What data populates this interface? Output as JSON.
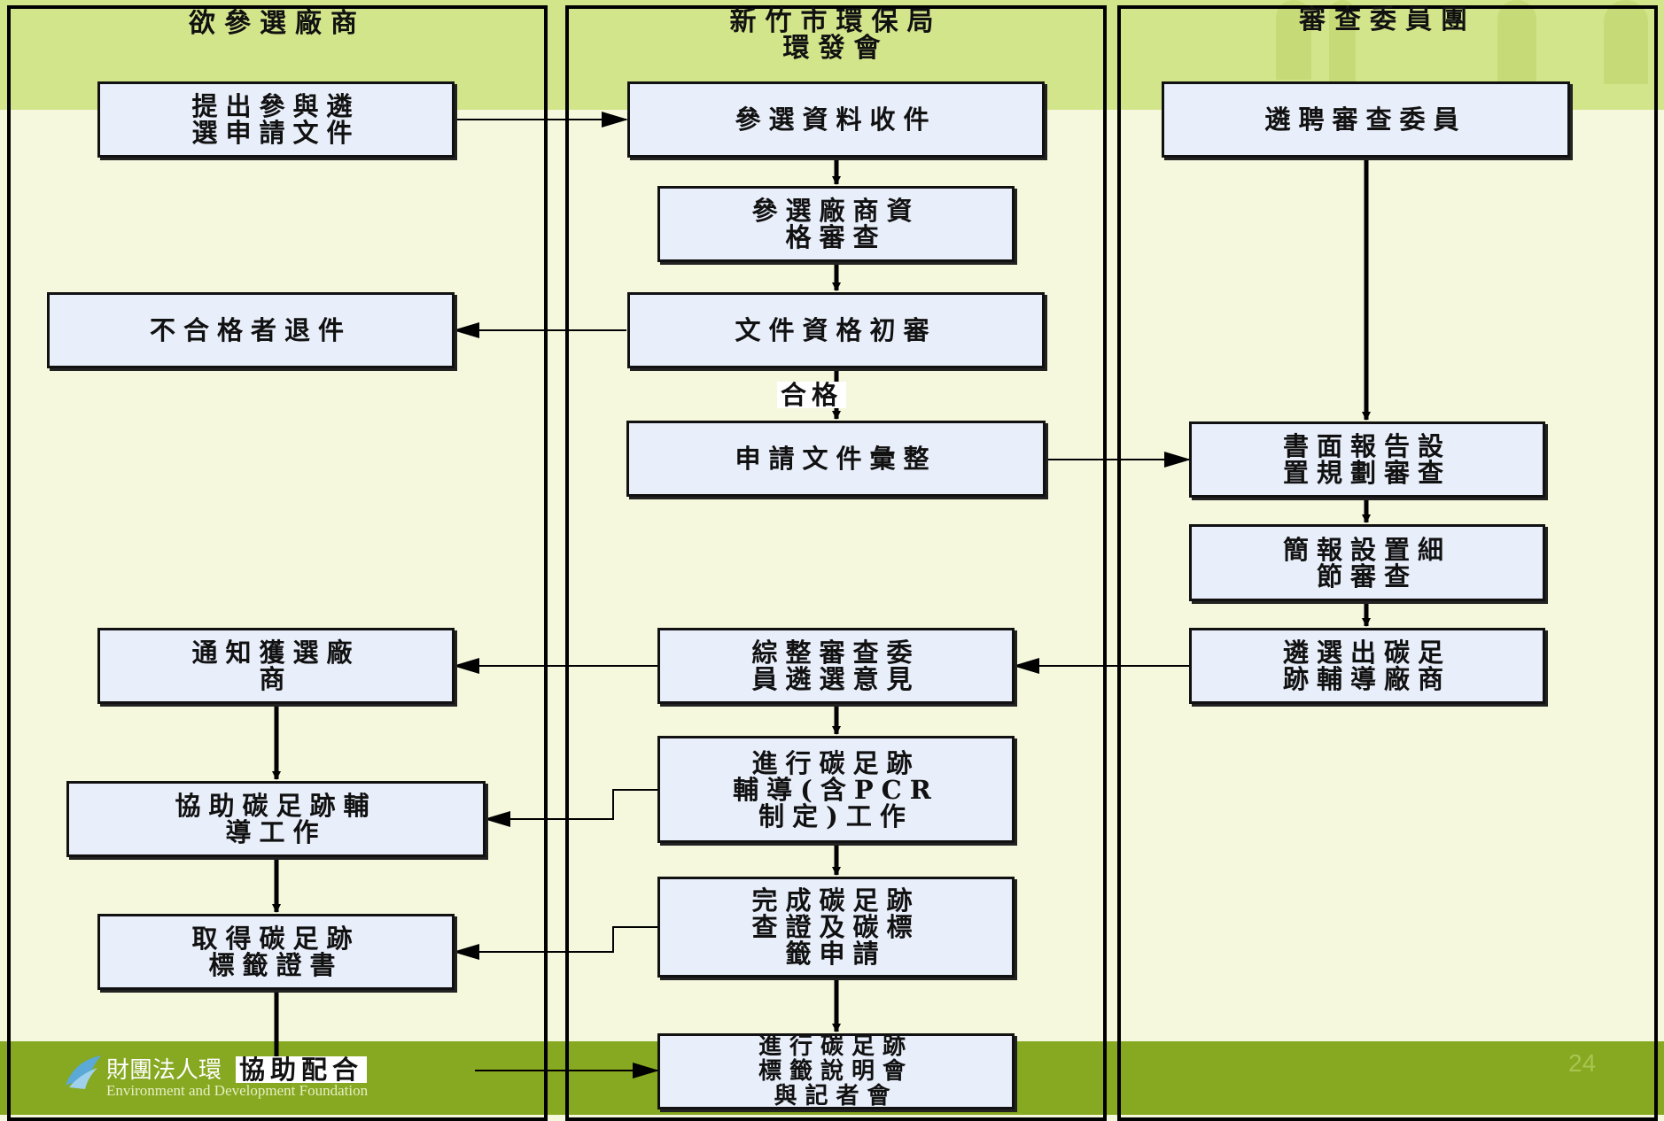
{
  "lanes": {
    "vendor": "欲參選廠商",
    "epb": [
      "新竹市環保局",
      "環發會"
    ],
    "committee": "審查委員團"
  },
  "boxes": {
    "submit": [
      "提出參與遴",
      "選申請文件"
    ],
    "collect": "參選資料收件",
    "hire": "遴聘審查委員",
    "qualify": [
      "參選廠商資",
      "格審查"
    ],
    "reject": "不合格者退件",
    "initial_review": "文件資格初審",
    "compile": "申請文件彙整",
    "written_review": [
      "書面報告設",
      "置規劃審查"
    ],
    "presentation": [
      "簡報設置細",
      "節審查"
    ],
    "notify": [
      "通知獲選廠",
      "商"
    ],
    "consolidate": [
      "綜整審查委",
      "員遴選意見"
    ],
    "select": [
      "遴選出碳足",
      "跡輔導廠商"
    ],
    "assist": [
      "協助碳足跡輔",
      "導工作"
    ],
    "guidance": [
      "進行碳足跡",
      "輔導(含PCR",
      "制定)工作"
    ],
    "obtain": [
      "取得碳足跡",
      "標籤證書"
    ],
    "complete": [
      "完成碳足跡",
      "查證及碳標",
      "籤申請"
    ],
    "press": [
      "進行碳足跡",
      "標籤說明會",
      "與記者會"
    ]
  },
  "labels": {
    "pass": "合格",
    "cooperate": "協助配合"
  },
  "footer": {
    "org_name": "財團法人環",
    "org_name_en": "Environment and Development Foundation",
    "page_number": "24"
  },
  "colors": {
    "top_band": "#d3e58a",
    "background": "#f5f8dc",
    "bottom_band": "#87a821",
    "box_fill": "#e8eefa"
  }
}
